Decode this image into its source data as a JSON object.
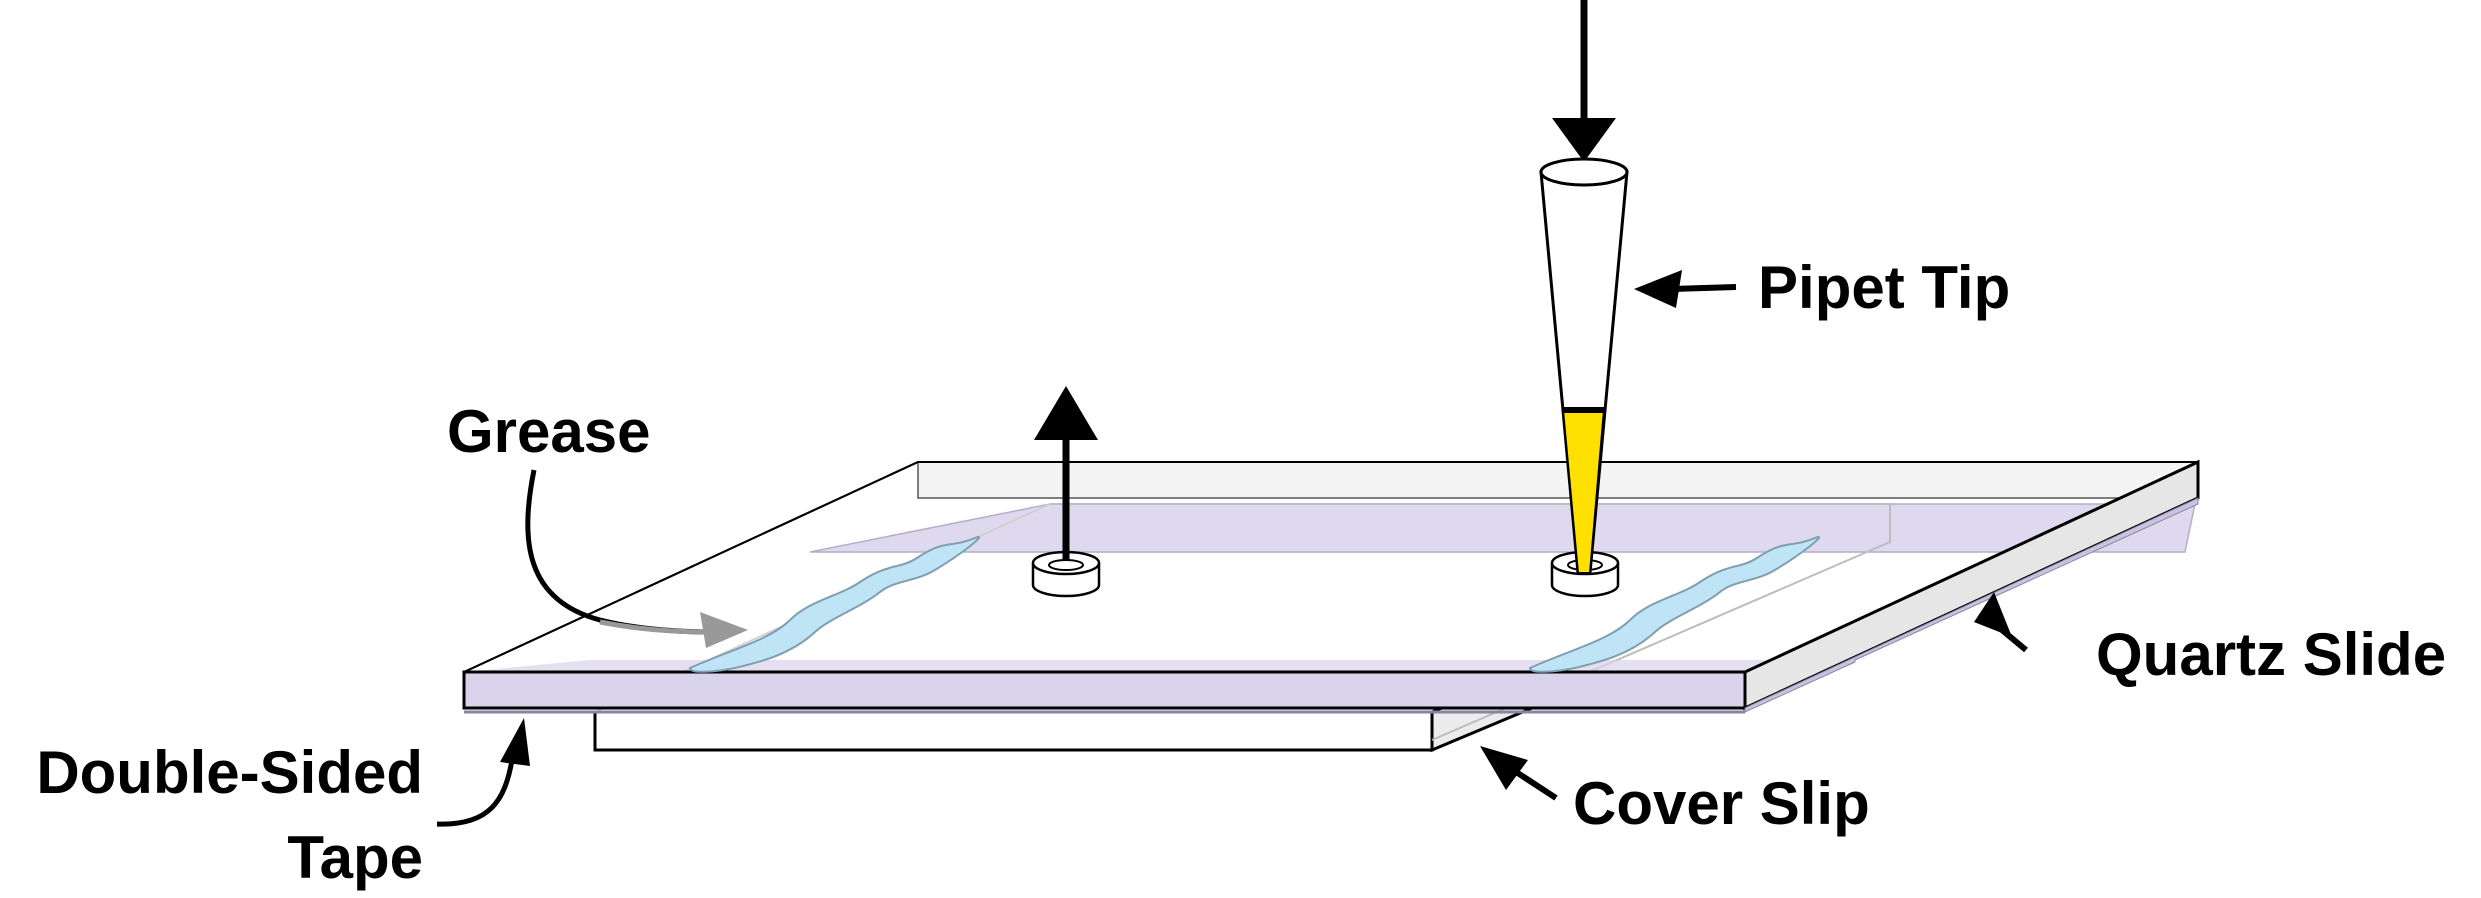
{
  "labels": {
    "pipet_tip": "Pipet Tip",
    "grease": "Grease",
    "quartz_slide": "Quartz Slide",
    "cover_slip": "Cover Slip",
    "double_sided_tape_line1": "Double-Sided",
    "double_sided_tape_line2": "Tape"
  },
  "colors": {
    "tape": "#d9d3ec",
    "grease": "#bfe4f5",
    "pipet_liquid": "#ffe000",
    "slide_edge": "#e6e6e6",
    "outline": "#000000"
  }
}
